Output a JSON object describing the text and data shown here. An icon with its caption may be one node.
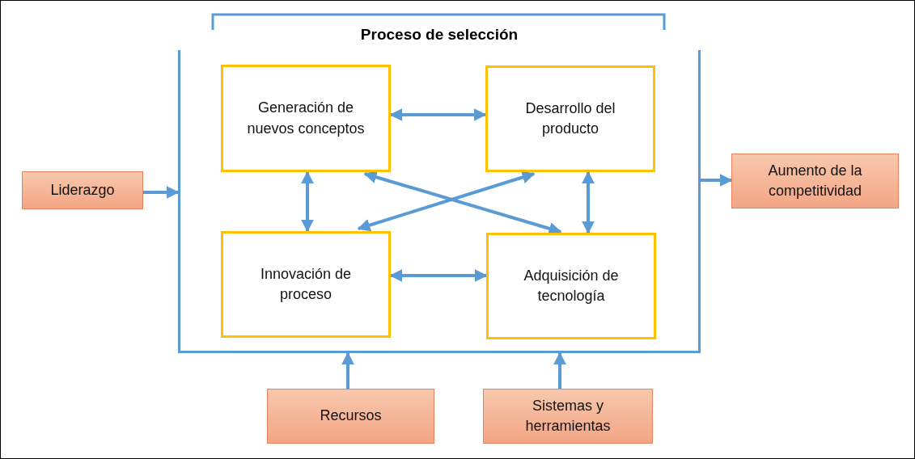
{
  "diagram": {
    "nodes": [
      {
        "text": [
          "Proceso de selección"
        ]
      },
      {
        "text": [
          "Generación de nuevos conceptos"
        ],
        "in": 0
      },
      {
        "text": [
          "Desarrollo del producto"
        ],
        "in": 0
      },
      {
        "text": [
          "Innovación de proceso"
        ],
        "in": 0
      },
      {
        "text": [
          "Adquisición de tecnología"
        ],
        "in": 0
      },
      {
        "text": [
          "Liderazgo"
        ]
      },
      {
        "text": [
          "Aumento de la competitividad"
        ]
      },
      {
        "text": [
          "Recursos"
        ]
      },
      {
        "text": [
          "Sistemas y herramientas"
        ]
      }
    ],
    "edges": [
      {
        "from": 1,
        "to": 2,
        "arrow": "both"
      },
      {
        "from": 1,
        "to": 3,
        "arrow": "both"
      },
      {
        "from": 1,
        "to": 4,
        "arrow": "both"
      },
      {
        "from": 2,
        "to": 3,
        "arrow": "both"
      },
      {
        "from": 2,
        "to": 4,
        "arrow": "both"
      },
      {
        "from": 3,
        "to": 4,
        "arrow": "both"
      },
      {
        "from": 5,
        "to": 0,
        "arrow": "to"
      },
      {
        "from": 0,
        "to": 6,
        "arrow": "to"
      },
      {
        "from": 7,
        "to": 0,
        "arrow": "to"
      },
      {
        "from": 8,
        "to": 0,
        "arrow": "to"
      }
    ]
  }
}
